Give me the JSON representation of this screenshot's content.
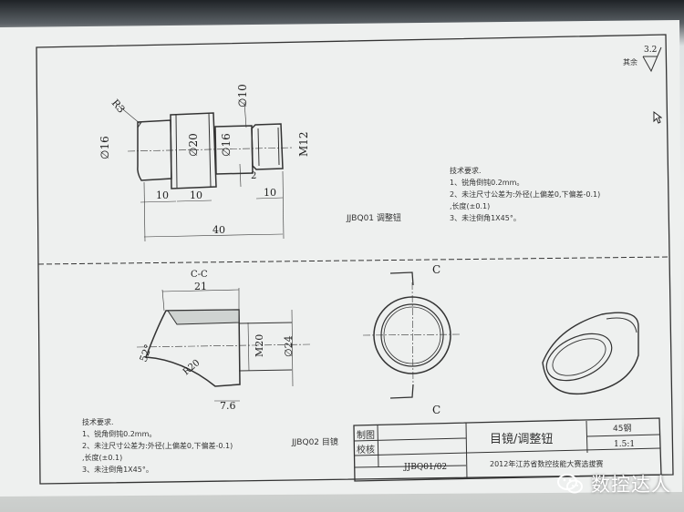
{
  "roughness": {
    "value": "3.2",
    "label": "其余"
  },
  "part1": {
    "chamfer": "R3",
    "dia_left": "∅16",
    "dia_body": "∅20",
    "dia_top": "∅10",
    "dia_neck": "∅16",
    "thread": "M12",
    "len_a": "10",
    "len_b": "10",
    "len_c": "10",
    "groove": "2",
    "total": "40",
    "name": "JJBQ01 调整钮"
  },
  "tech1": {
    "title": "技术要求.",
    "items": [
      "1、锐角倒钝0.2mm。",
      "2、未注尺寸公差为:外径(上偏差0,下偏差-0.1)",
      ",长度(±0.1)",
      "3、未注倒角1X45°。"
    ]
  },
  "part2": {
    "section": "C-C",
    "width": "21",
    "angle": "52°",
    "radius": "R20",
    "thread": "M20",
    "dia": "∅24",
    "depth": "7.6",
    "name": "JJBQ02 目镜"
  },
  "view": {
    "mark_top": "C",
    "mark_bottom": "C"
  },
  "tech2": {
    "title": "技术要求.",
    "items": [
      "1、锐角倒钝0.2mm。",
      "2、未注尺寸公差为:外径(上偏差0,下偏差-0.1)",
      ",长度(±0.1)",
      "3、未注倒角1X45°。"
    ]
  },
  "titleblock": {
    "drawn": "制图",
    "checked": "校核",
    "title": "目镜/调整钮",
    "material": "45钢",
    "scale": "1.5:1",
    "code": "JJBQ01/02",
    "event": "2012年江苏省数控技能大赛选拔赛"
  },
  "watermark": {
    "text": "数控达人",
    "icon": "wechat-icon"
  }
}
